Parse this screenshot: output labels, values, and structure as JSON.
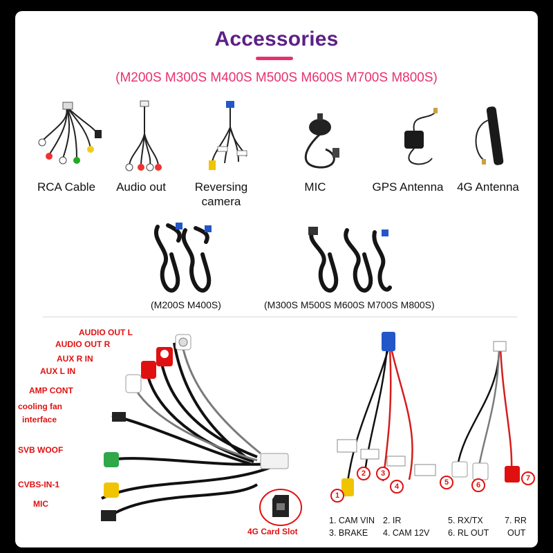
{
  "header": {
    "title": "Accessories",
    "subtitle": "(M200S M300S M400S M500S M600S M700S M800S)"
  },
  "accessories": [
    {
      "label": "RCA Cable",
      "icon": "rca-cable-icon"
    },
    {
      "label": "Audio out",
      "icon": "audio-out-cable-icon"
    },
    {
      "label": "Reversing camera",
      "icon": "reversing-camera-cable-icon"
    },
    {
      "label": "MIC",
      "icon": "microphone-icon"
    },
    {
      "label": "GPS Antenna",
      "icon": "gps-antenna-icon"
    },
    {
      "label": "4G Antenna",
      "icon": "4g-antenna-icon"
    }
  ],
  "harnesses": {
    "left_label": "(M200S M400S)",
    "right_label": "(M300S M500S M600S M700S M800S)"
  },
  "rca_diagram": {
    "labels": [
      "AUDIO OUT L",
      "AUDIO OUT R",
      "AUX R IN",
      "AUX L IN",
      "AMP CONT",
      "cooling fan",
      "interface",
      "SVB WOOF",
      "CVBS-IN-1",
      "MIC"
    ],
    "card_slot": "4G Card Slot"
  },
  "camera_diagram": {
    "legend": [
      {
        "text": "1. CAM VIN"
      },
      {
        "text": "2. IR"
      },
      {
        "text": "3. BRAKE"
      },
      {
        "text": "4. CAM 12V"
      },
      {
        "text": "5. RX/TX"
      },
      {
        "text": "6. RL OUT"
      },
      {
        "text": "7. RR"
      },
      {
        "text": "OUT"
      }
    ],
    "markers": [
      "1",
      "2",
      "3",
      "4",
      "5",
      "6",
      "7"
    ]
  },
  "colors": {
    "title": "#5c1f86",
    "accent": "#e8306e",
    "label_red": "#e01010"
  }
}
